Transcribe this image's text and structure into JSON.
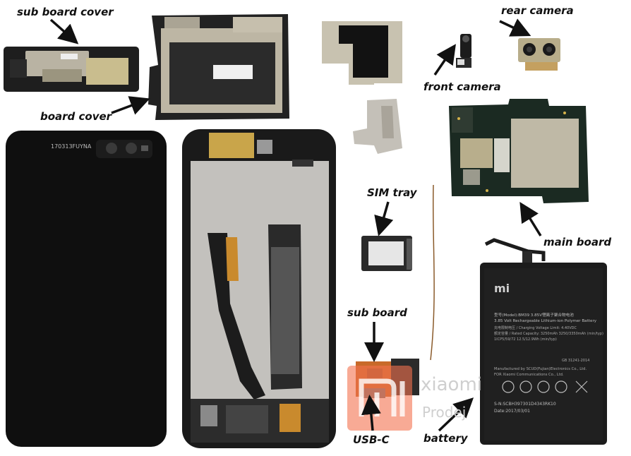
{
  "labels": {
    "sub_board_cover": "sub board cover",
    "board_cover": "board cover",
    "front_camera": "front camera",
    "rear_camera": "rear camera",
    "sim_tray": "SIM tray",
    "main_board": "main board",
    "sub_board": "sub board",
    "usb_c": "USB-C",
    "battery": "battery"
  },
  "back_cover_code": "170313FUYNA",
  "battery_print": {
    "logo": "mi",
    "line1": "型号(Model):BM39     3.85V锂离子聚合物电池",
    "line2": "3.85 Volt Rechargeable Lithium-ion Polymer Battery",
    "line3": "充电限制电压 / Charging Voltage Limit: 4.40VDC",
    "line4": "额定容量 / Rated Capacity: 3250mAh    3250/3350mAh (min/typ)",
    "line5": "1ICP5/59/72                              12.5/12.9Wh (min/typ)",
    "line6": "Manufactured by SCUD(Fujian)Electronics Co., Ltd.",
    "line7": "FOR Xiaomi Communications Co., Ltd.",
    "line8": "GB 31241-2014",
    "serial": "S-N:SCBH397301D4343RK10",
    "date": "Date:2017/03/01"
  },
  "watermark": {
    "line1": "xiaomi",
    "line2": "Prodej"
  },
  "colors": {
    "label_text": "#111111",
    "metal_shield": "#c8c2b0",
    "pcb": "#1b2a22",
    "battery": "#1c1c1c",
    "flex_cable": "#c98a2d",
    "watermark_logo": "#f3714f"
  }
}
